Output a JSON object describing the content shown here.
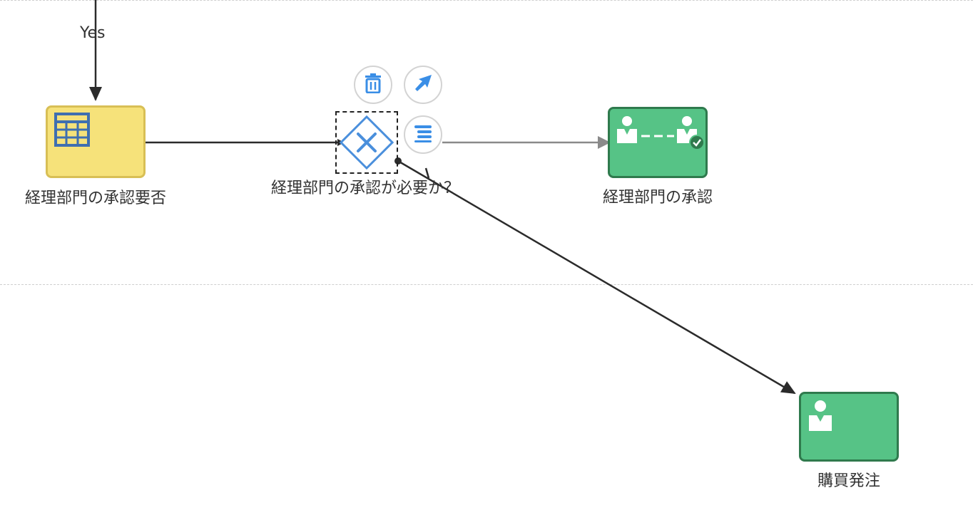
{
  "edges": {
    "yes_label": "Yes"
  },
  "nodes": {
    "form_task": {
      "label": "経理部門の承認要否",
      "icon": "table-icon"
    },
    "gateway": {
      "label": "経理部門の承認が必要か？",
      "icon": "x-gateway-icon"
    },
    "approval_task": {
      "label": "経理部門の承認",
      "icon": "multi-approval-icon"
    },
    "purchase_task": {
      "label": "購買発注",
      "icon": "user-task-icon"
    }
  },
  "toolbar": {
    "delete_icon": "trash-icon",
    "connect_icon": "arrow-icon",
    "properties_icon": "list-icon"
  },
  "colors": {
    "form_fill": "#f6e27a",
    "task_fill": "#56c386",
    "gateway_stroke": "#4a8fdc",
    "tool_icon": "#3a8ee6"
  }
}
